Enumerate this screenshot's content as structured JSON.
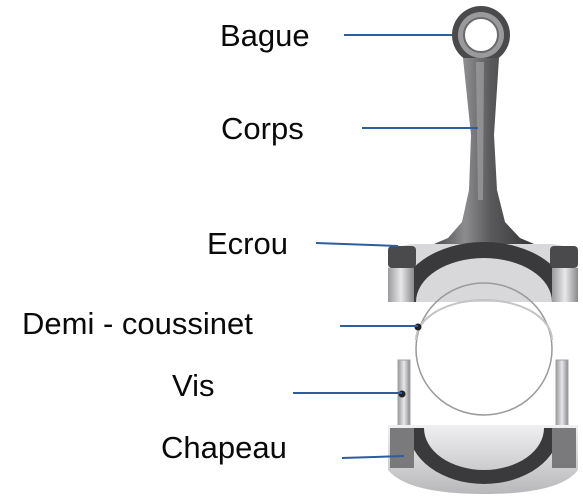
{
  "diagram": {
    "labels": {
      "bague": "Bague",
      "corps": "Corps",
      "ecrou": "Ecrou",
      "demi_coussinet": "Demi - coussinet",
      "vis": "Vis",
      "chapeau": "Chapeau"
    },
    "colors": {
      "leader_line": "#2f5c9a",
      "label_text": "#0a0a0a",
      "metal_dark": "#3c3c3e",
      "metal_mid": "#7a7a7c",
      "metal_light": "#d4d4d6"
    }
  }
}
